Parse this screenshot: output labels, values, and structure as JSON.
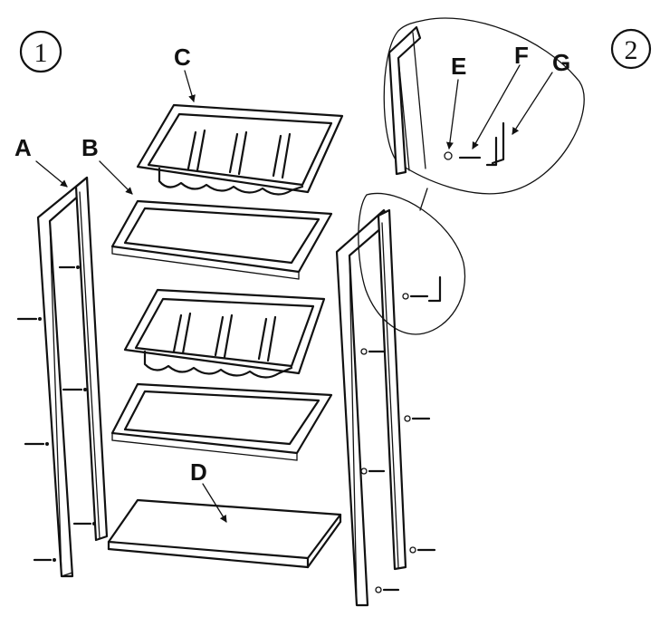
{
  "steps": [
    "1",
    "2"
  ],
  "labels": {
    "a": "A",
    "b": "B",
    "c": "C",
    "d": "D",
    "e": "E",
    "f": "F",
    "g": "G"
  }
}
